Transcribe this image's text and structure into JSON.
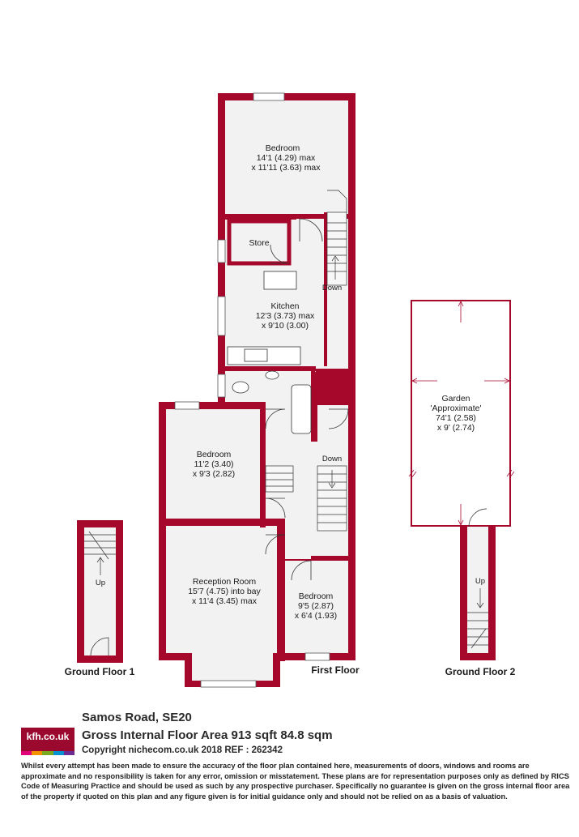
{
  "colors": {
    "wall": "#a6082c",
    "room": "#f2f2f2",
    "line": "#333333"
  },
  "rooms": {
    "bedroom1": {
      "name": "Bedroom",
      "dim1": "14'1 (4.29) max",
      "dim2": "x 11'11 (3.63) max"
    },
    "store": {
      "name": "Store"
    },
    "kitchen": {
      "name": "Kitchen",
      "dim1": "12'3 (3.73) max",
      "dim2": "x 9'10 (3.00)"
    },
    "bedroom2": {
      "name": "Bedroom",
      "dim1": "11'2 (3.40)",
      "dim2": "x 9'3 (2.82)"
    },
    "reception": {
      "name": "Reception Room",
      "dim1": "15'7 (4.75) into bay",
      "dim2": "x 11'4 (3.45) max"
    },
    "bedroom3": {
      "name": "Bedroom",
      "dim1": "9'5 (2.87)",
      "dim2": "x 6'4 (1.93)"
    },
    "garden": {
      "name": "Garden",
      "dim0": "'Approximate'",
      "dim1": "74'1 (2.58)",
      "dim2": "x 9' (2.74)"
    }
  },
  "stairs": {
    "down_upper": "Down",
    "down_lower": "Down",
    "up_gf1": "Up",
    "up_gf2": "Up"
  },
  "floors": {
    "first": "First Floor",
    "ground1": "Ground Floor 1",
    "ground2": "Ground Floor 2"
  },
  "footer": {
    "address": "Samos Road, SE20",
    "area": "Gross Internal Floor Area 913 sqft 84.8 sqm",
    "copyright": "Copyright nichecom.co.uk 2018 REF : 262342",
    "logo": "kfh.co.uk",
    "logo_colors": [
      "#e0007a",
      "#f29200",
      "#7aa81e",
      "#0093d0",
      "#6b2c91"
    ],
    "disclaimer": "Whilst every attempt has been made to ensure the accuracy of the floor plan contained here, measurements of doors, windows and rooms are approximate and no responsibility is taken for any error, omission or misstatement.  These plans are for representation purposes only as defined by RICS Code of Measuring Practice and should be used as such by any prospective purchaser.  Specifically no guarantee is given on the gross internal floor area of the property if quoted on this plan and any figure given is for initial guidance only and should not be relied on as a basis of valuation."
  }
}
